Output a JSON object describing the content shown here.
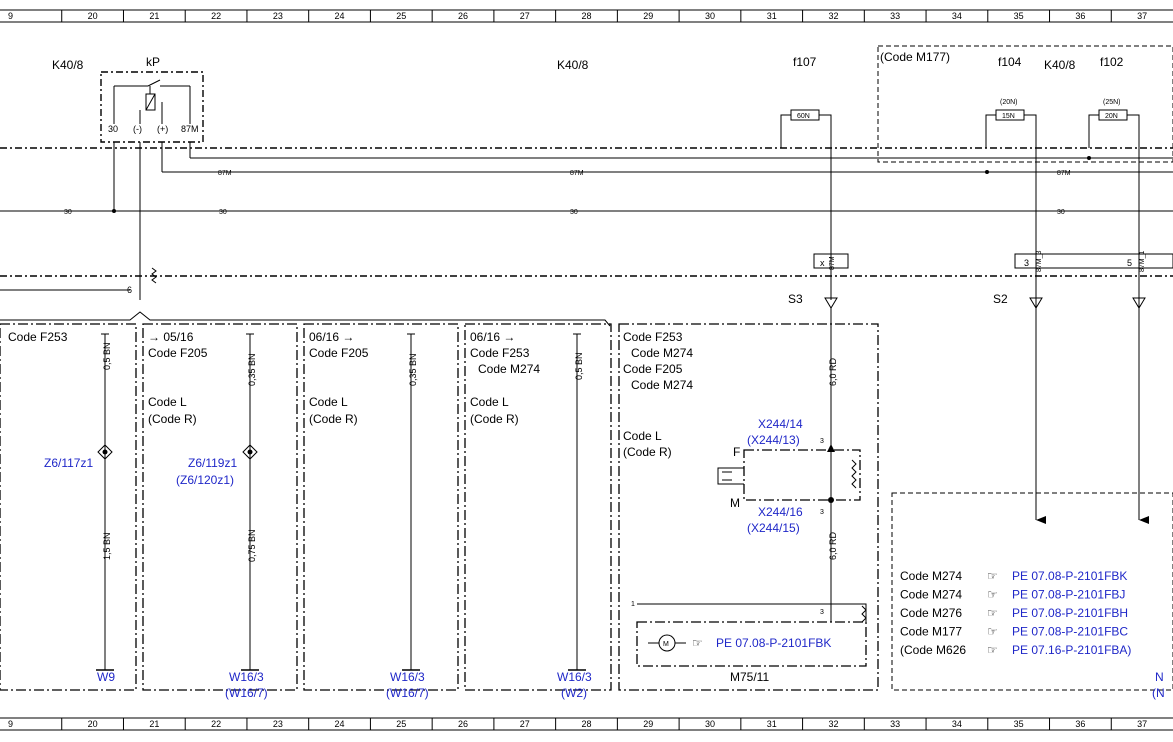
{
  "ruler": {
    "columns": [
      "9",
      "20",
      "21",
      "22",
      "23",
      "24",
      "25",
      "26",
      "27",
      "28",
      "29",
      "30",
      "31",
      "32",
      "33",
      "34",
      "35",
      "36",
      "37"
    ]
  },
  "components": {
    "k40_8_left": "K40/8",
    "kp": "kP",
    "k40_8_mid": "K40/8",
    "f107": "f107",
    "code_m177": "(Code M177)",
    "f104": "f104",
    "k40_8_right": "K40/8",
    "f102": "f102",
    "fuse_60n": "60N",
    "fuse_15n": "15N",
    "fuse_20n_rating": "(20N)",
    "fuse_20n": "20N",
    "fuse_25n_rating": "(25N)"
  },
  "relay_pins": [
    "30",
    "(-)",
    "(+)",
    "87M"
  ],
  "bus": {
    "label_87m": "87M",
    "label_30": "30",
    "w87m": "87M",
    "w87m_3": "87M_3",
    "w87m_1": "87M_1",
    "pin_x": "x",
    "pin_6": "6",
    "pin_3": "3",
    "pin_5": "5",
    "pin_1": "1"
  },
  "splices": {
    "s3": "S3",
    "s2": "S2"
  },
  "panel1": {
    "code": "Code F253",
    "wire1": "0,5 BN",
    "splice": "Z6/117z1",
    "wire2": "1,5 BN",
    "ground": "W9"
  },
  "panel2": {
    "date": "→ 05/16",
    "code": "Code F205",
    "code_l": "Code L",
    "code_r": "(Code R)",
    "wire1": "0,35 BN",
    "splice": "Z6/119z1",
    "splice_alt": "(Z6/120z1)",
    "wire2": "0,75 BN",
    "ground": "W16/3",
    "ground_alt": "(W16/7)"
  },
  "panel3": {
    "date": "06/16 →",
    "code": "Code F205",
    "code_l": "Code L",
    "code_r": "(Code R)",
    "wire": "0,35 BN",
    "ground": "W16/3",
    "ground_alt": "(W16/7)"
  },
  "panel4": {
    "date": "06/16 →",
    "code1": "Code F253",
    "code2": "Code M274",
    "code_l": "Code L",
    "code_r": "(Code R)",
    "wire": "0,5 BN",
    "ground": "W16/3",
    "ground_alt": "(W2)"
  },
  "panel5": {
    "code1": "Code F253",
    "code2": "Code M274",
    "code3": "Code F205",
    "code4": "Code M274",
    "code_l": "Code L",
    "code_r": "(Code R)",
    "wire1": "6,0 RD",
    "conn1": "X244/14",
    "conn1_alt": "(X244/13)",
    "pin_f": "F",
    "pin_m": "M",
    "conn2": "X244/16",
    "conn2_alt": "(X244/15)",
    "wire2": "6,0 RD",
    "motor_ref": "PE 07.08-P-2101FBK",
    "motor_label": "M75/11"
  },
  "references": [
    {
      "code": "Code M274",
      "ref": "PE 07.08-P-2101FBK"
    },
    {
      "code": "Code M274",
      "ref": "PE 07.08-P-2101FBJ"
    },
    {
      "code": "Code M276",
      "ref": "PE 07.08-P-2101FBH"
    },
    {
      "code": "Code M177",
      "ref": "PE 07.08-P-2101FBC"
    },
    {
      "code": "(Code M626",
      "ref": "PE 07.16-P-2101FBA)"
    }
  ],
  "edge_right": {
    "n1": "N",
    "n2": "(N"
  }
}
